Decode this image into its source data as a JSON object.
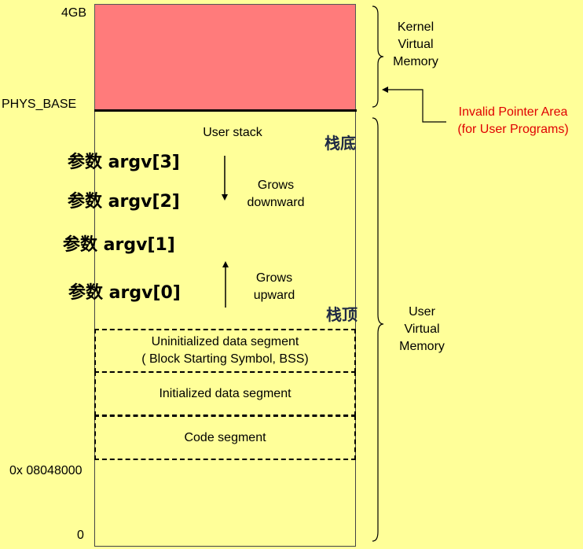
{
  "axis": {
    "top": "4GB",
    "phys_base": "PHYS_BASE",
    "code_start": "0x 08048000",
    "bottom": "0"
  },
  "regions": {
    "kernel": {
      "label_lines": [
        "Kernel",
        "Virtual",
        "Memory"
      ],
      "color": "#ff7b7b"
    },
    "user": {
      "label_lines": [
        "User",
        "Virtual",
        "Memory"
      ]
    }
  },
  "invalid_pointer": {
    "lines": [
      "Invalid Pointer Area",
      "(for User Programs)"
    ],
    "color": "#e00000"
  },
  "stack": {
    "title": "User stack",
    "bottom_tag": "栈底",
    "top_tag": "栈顶",
    "grows_down": [
      "Grows",
      "downward"
    ],
    "grows_up": [
      "Grows",
      "upward"
    ],
    "args": [
      "参数 argv[3]",
      "参数 argv[2]",
      "参数 argv[1]",
      "参数 argv[0]"
    ]
  },
  "segments": {
    "bss": [
      "Uninitialized data segment",
      "( Block Starting Symbol, BSS)"
    ],
    "data": "Initialized data segment",
    "code": "Code segment"
  },
  "colors": {
    "background": "#ffff99",
    "tag": "#1f2a44"
  }
}
